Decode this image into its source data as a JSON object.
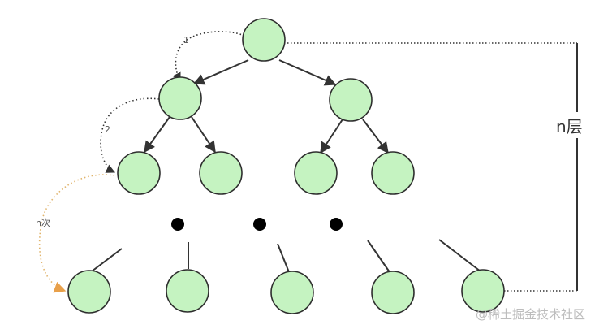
{
  "diagram": {
    "labels": {
      "step1": "1",
      "step2": "2",
      "steps_n": "n次",
      "levels": "n层"
    },
    "colors": {
      "node_fill": "#c5f3c1",
      "node_stroke": "#2e2e2e",
      "arrow": "#333333",
      "orange_arrow": "#e8a04a"
    }
  },
  "watermark": "@稀土掘金技术社区"
}
